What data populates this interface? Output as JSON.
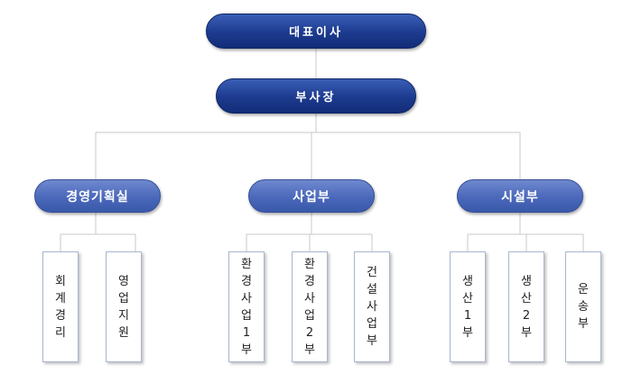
{
  "org": {
    "ceo": "대표이사",
    "vp": "부사장",
    "depts": [
      {
        "label": "경영기획실",
        "units": [
          "회계경리",
          "영업지원"
        ]
      },
      {
        "label": "사업부",
        "units": [
          "환경사업1부",
          "환경사업2부",
          "건설사업부"
        ]
      },
      {
        "label": "시설부",
        "units": [
          "생산1부",
          "생산2부",
          "운송부"
        ]
      }
    ]
  },
  "colors": {
    "top_pill": "#1c3a8e",
    "dept_pill": "#4a68ba",
    "connector": "#c8c8c8",
    "box_border": "#a9b6cf"
  }
}
